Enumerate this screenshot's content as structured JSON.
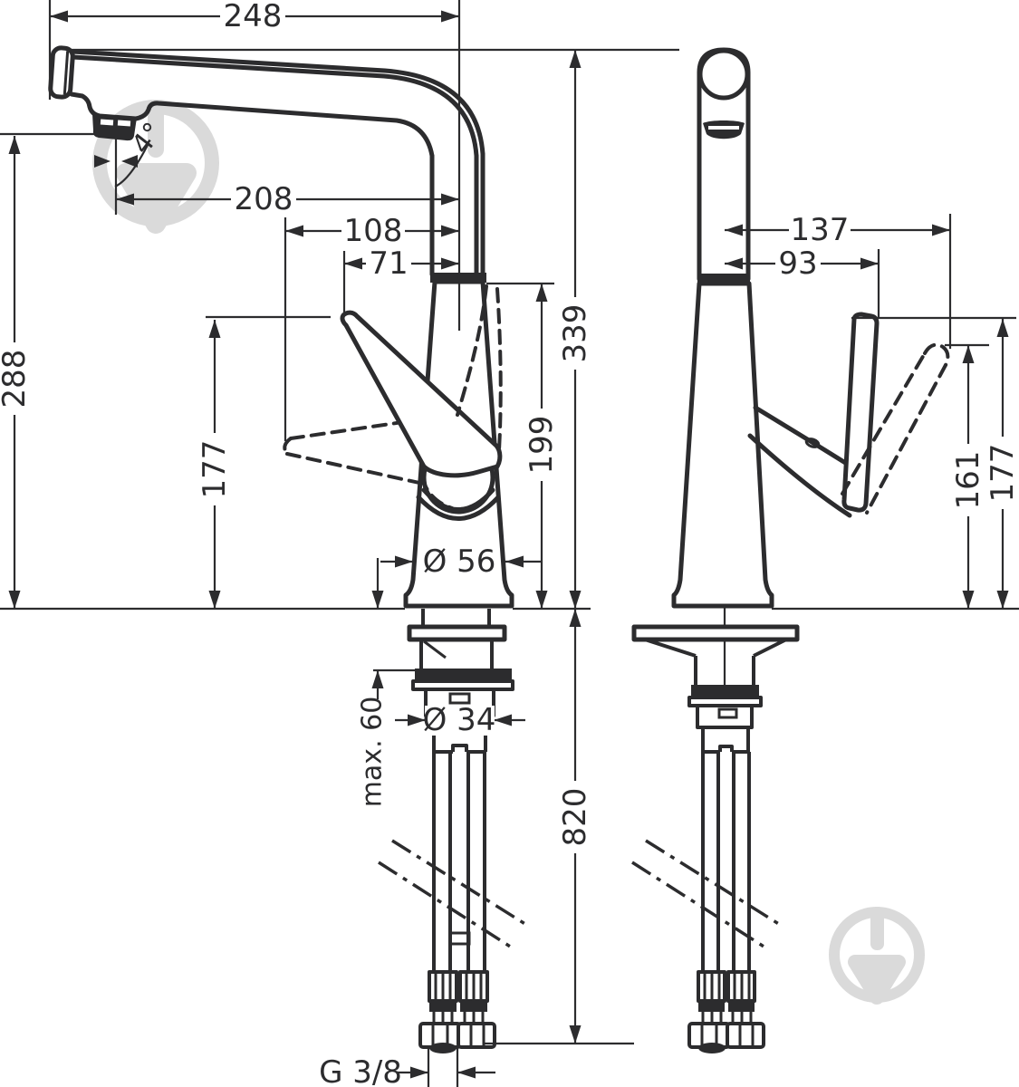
{
  "drawing": {
    "side_view": {
      "dim_reach_top": "248",
      "dim_reach_outlet": "208",
      "dim_handle_open_reach": "108",
      "dim_handle_reach": "71",
      "dim_outlet_height": "288",
      "dim_handle_height": "177",
      "dim_spout_joint_height": "199",
      "dim_total_height": "339",
      "dim_hose_length_below": "820",
      "dim_base_diameter": "Ø 56",
      "dim_max_counter_thickness": "max. 60",
      "dim_shank_diameter": "Ø 34",
      "dim_hose_thread": "G 3/8",
      "dim_spout_angle": "4°"
    },
    "front_view": {
      "dim_handle_open_offset": "137",
      "dim_handle_offset": "93",
      "dim_handle_top_height": "161",
      "dim_handle_open_height": "177"
    },
    "colors": {
      "line": "#2c2c2e",
      "watermark": "#dadada",
      "background": "#ffffff"
    }
  }
}
